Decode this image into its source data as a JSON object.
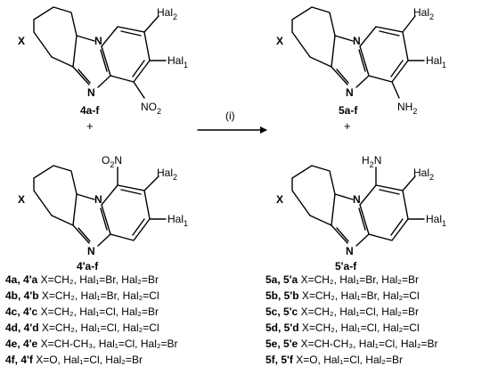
{
  "compounds": {
    "top_left_label": "4a-f",
    "bottom_left_label": "4'a-f",
    "top_right_label": "5a-f",
    "bottom_right_label": "5'a-f"
  },
  "atoms": {
    "x": "X",
    "n": "N",
    "hal1": "Hal",
    "hal1_sub": "1",
    "hal2": "Hal",
    "hal2_sub": "2",
    "no2": "NO",
    "no2_sub": "2",
    "nh2": "NH",
    "nh2_sub": "2",
    "h2n": "H",
    "h2n_sub": "2",
    "h2n_n": "N",
    "o2n": "O",
    "o2n_sub": "2",
    "o2n_n": "N"
  },
  "plus": "+",
  "arrow_label": "(i)",
  "left_entries": [
    {
      "ids": "4a, 4'a",
      "desc": "X=CH₂, Hal₁=Br, Hal₂=Br"
    },
    {
      "ids": "4b, 4'b",
      "desc": "X=CH₂, Hal₁=Br, Hal₂=Cl"
    },
    {
      "ids": "4c, 4'c",
      "desc": "X=CH₂, Hal₁=Cl, Hal₂=Br"
    },
    {
      "ids": "4d, 4'd",
      "desc": "X=CH₂, Hal₁=Cl, Hal₂=Cl"
    },
    {
      "ids": "4e, 4'e",
      "desc": "X=CH-CH₃, Hal₁=Cl, Hal₂=Br"
    },
    {
      "ids": "4f, 4'f",
      "desc": "X=O, Hal₁=Cl, Hal₂=Br"
    }
  ],
  "right_entries": [
    {
      "ids": "5a, 5'a",
      "desc": "X=CH₂, Hal₁=Br, Hal₂=Br"
    },
    {
      "ids": "5b, 5'b",
      "desc": "X=CH₂, Hal₁=Br, Hal₂=Cl"
    },
    {
      "ids": "5c, 5'c",
      "desc": "X=CH₂, Hal₁=Cl, Hal₂=Br"
    },
    {
      "ids": "5d, 5'd",
      "desc": "X=CH₂, Hal₁=Cl, Hal₂=Cl"
    },
    {
      "ids": "5e, 5'e",
      "desc": "X=CH-CH₃, Hal₁=Cl, Hal₂=Br"
    },
    {
      "ids": "5f, 5'f",
      "desc": "X=O, Hal₁=Cl, Hal₂=Br"
    }
  ]
}
